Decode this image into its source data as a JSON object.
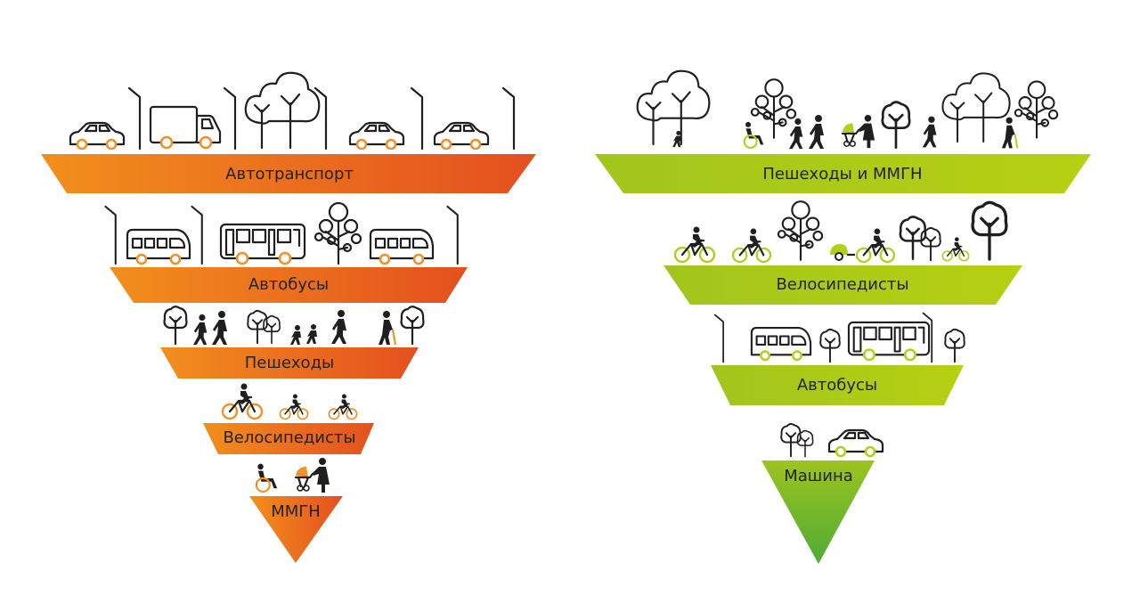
{
  "left_pyramid": {
    "levels": [
      {
        "label": "Автотранспорт"
      },
      {
        "label": "Автобусы"
      },
      {
        "label": "Пешеходы"
      },
      {
        "label": "Велосипедисты"
      },
      {
        "label": "ММГН"
      }
    ],
    "colors": {
      "start": "#f08c1c",
      "end": "#e4501f"
    }
  },
  "right_pyramid": {
    "levels": [
      {
        "label": "Пешеходы и ММГН"
      },
      {
        "label": "Велосипедисты"
      },
      {
        "label": "Автобусы"
      },
      {
        "label": "Машина"
      }
    ],
    "colors": {
      "start": "#a7c81c",
      "end": "#5aae32"
    }
  }
}
